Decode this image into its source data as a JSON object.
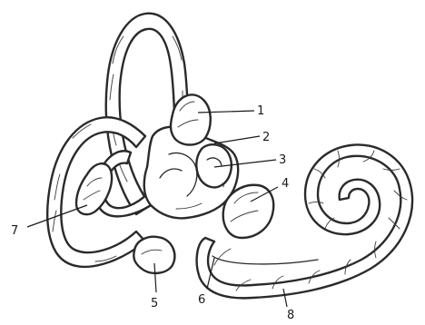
{
  "labels": [
    {
      "id": "l1",
      "text": "1"
    },
    {
      "id": "l2",
      "text": "2"
    },
    {
      "id": "l3",
      "text": "3"
    },
    {
      "id": "l4",
      "text": "4"
    },
    {
      "id": "l5",
      "text": "5"
    },
    {
      "id": "l6",
      "text": "6"
    },
    {
      "id": "l7",
      "text": "7"
    },
    {
      "id": "l8",
      "text": "8"
    }
  ]
}
